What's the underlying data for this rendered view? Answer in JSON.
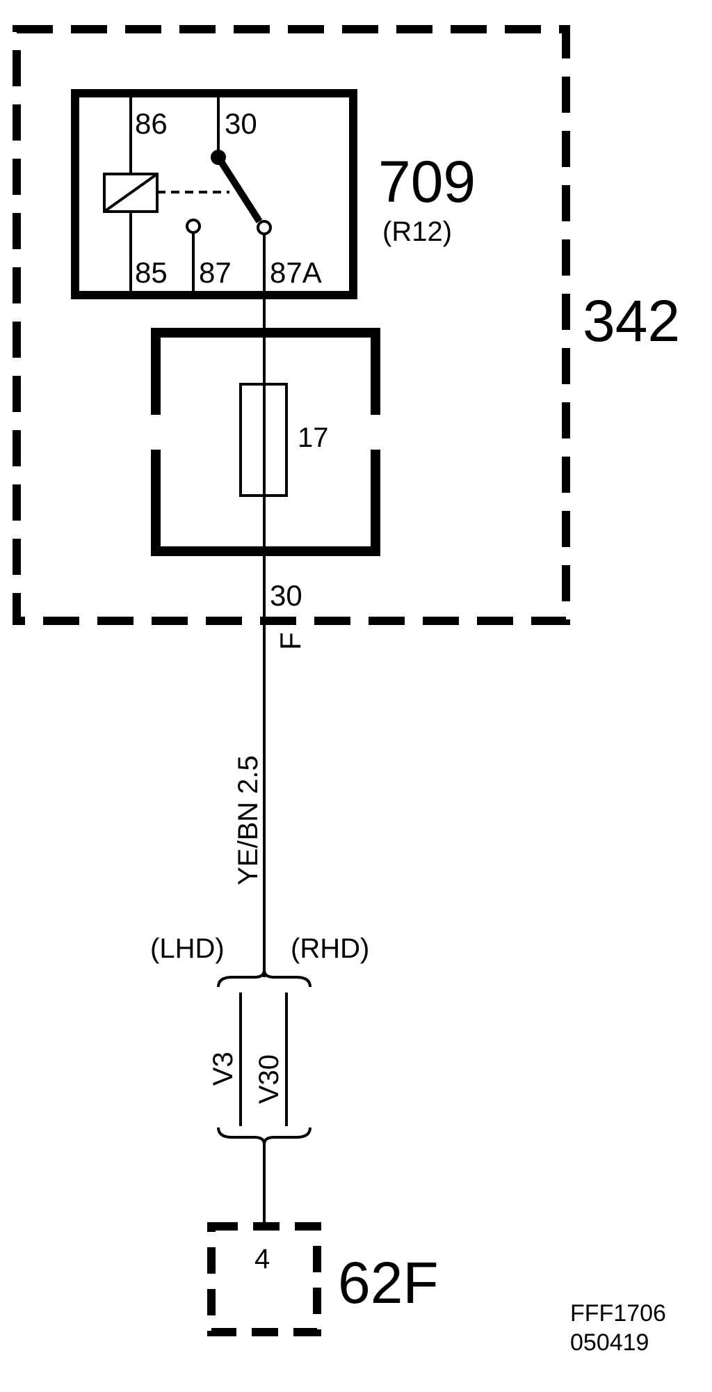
{
  "module": {
    "id": "342"
  },
  "relay": {
    "id": "709",
    "ref": "(R12)",
    "pins": {
      "p86": "86",
      "p30": "30",
      "p85": "85",
      "p87": "87",
      "p87a": "87A"
    }
  },
  "fuse": {
    "id": "17"
  },
  "output": {
    "pin": "30",
    "connector": "F"
  },
  "wire": {
    "label": "YE/BN 2.5"
  },
  "variants": {
    "left_label": "(LHD)",
    "right_label": "(RHD)",
    "left_connector": "V3",
    "right_connector": "V30"
  },
  "destination": {
    "id": "62F",
    "pin": "4"
  },
  "reference": {
    "code": "FFF1706",
    "date": "050419"
  },
  "colors": {
    "ink": "#000000",
    "background": "#ffffff"
  }
}
